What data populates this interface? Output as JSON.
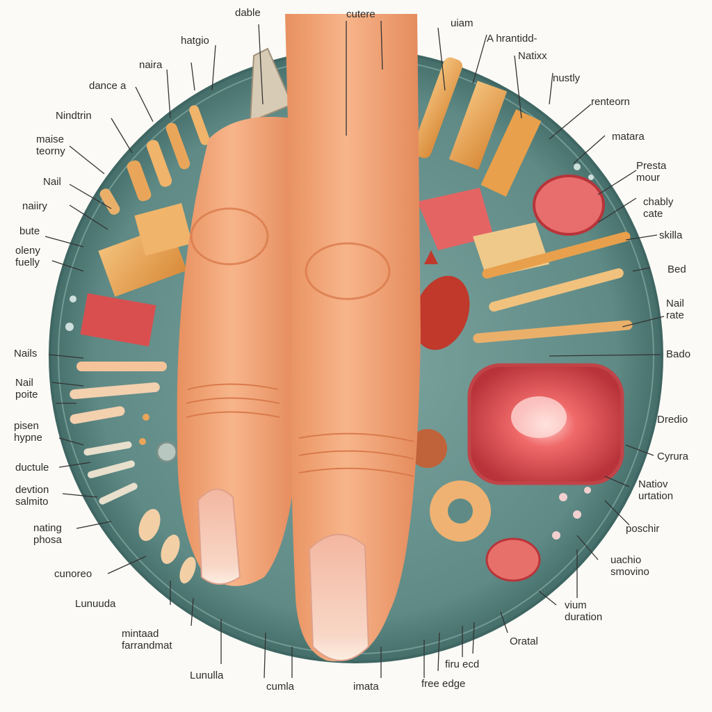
{
  "labels": {
    "dable": "dable",
    "cutere": "cutere",
    "uiam": "uiam",
    "ahrantidd": "A hrantidd-",
    "hatgio": "hatgio",
    "natixx": "Natixx",
    "naira": "naira",
    "nustly": "nustly",
    "dance_a": "dance a",
    "renteorn": "renteorn",
    "nindtrin": "Nindtrin",
    "matara": "matara",
    "maise_teorny": "maise\nteorny",
    "presta_mour": "Presta\nmour",
    "nail_top": "Nail",
    "chably_cate": "chably\ncate",
    "naiiry": "naiiry",
    "skilla": "skilla",
    "bute": "bute",
    "oleny_fuelly": "oleny\nfuelly",
    "bed": "Bed",
    "nail_rate": "Nail\nrate",
    "nails": "Nails",
    "bado": "Bado",
    "nail_poite": "Nail\npoite",
    "pisen_hypne": "pisen\nhypne",
    "dredio": "Dredio",
    "ductule": "ductule",
    "cyrura": "Cyrura",
    "devtion_salmito": "devtion\nsalmito",
    "natiov_urtation": "Natiov\nurtation",
    "nating_phosa": "nating\nphosa",
    "poschir": "poschir",
    "cunoreo": "cunoreo",
    "uachio_smovino": "uachio\nsmovino",
    "lunuuda": "Lunuuda",
    "vium_duration": "vium\nduration",
    "mintaad_farrandmat": "mintaad\nfarrandmat",
    "oratal": "Oratal",
    "lunulla": "Lunulla",
    "cumla": "cumla",
    "imata": "imata",
    "firu_ecd": "firu ecd",
    "free_edge": "free edge"
  },
  "colors": {
    "disc": "#5f8a86",
    "disc_edge": "#3f6663",
    "skin": "#f4a97a",
    "skin_shadow": "#e0875a",
    "nail": "#f6cdb8",
    "tissue_red": "#d94f4f",
    "tissue_orange": "#e8a04c"
  }
}
